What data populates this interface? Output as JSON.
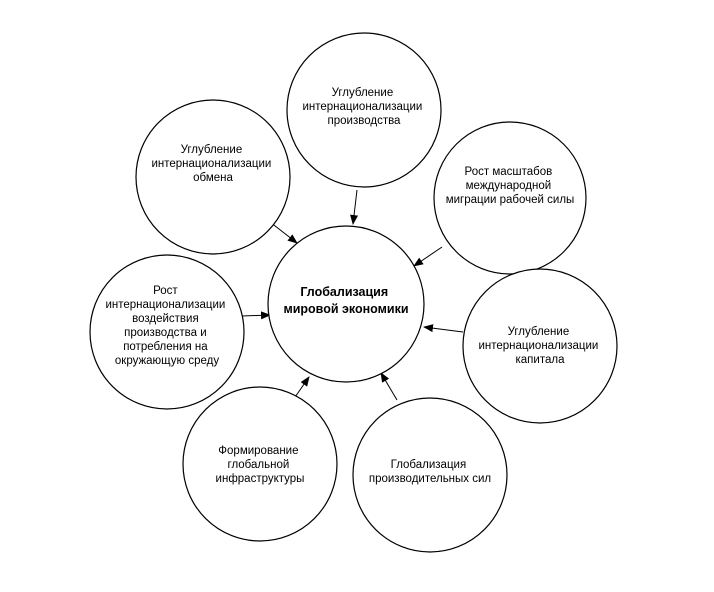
{
  "diagram": {
    "center": {
      "lines": [
        "Глобализация",
        "мировой экономики"
      ]
    },
    "nodes": [
      {
        "id": "production",
        "lines": [
          "Углубление",
          "интернационализации",
          "производства"
        ]
      },
      {
        "id": "migration",
        "lines": [
          "Рост масштабов",
          "международной",
          "миграции рабочей силы"
        ]
      },
      {
        "id": "capital",
        "lines": [
          "Углубление",
          "интернационализации",
          "капитала"
        ]
      },
      {
        "id": "productive-forces",
        "lines": [
          "Глобализация",
          "производительных сил"
        ]
      },
      {
        "id": "infrastructure",
        "lines": [
          "Формирование",
          "глобальной",
          "инфраструктуры"
        ]
      },
      {
        "id": "environment",
        "lines": [
          "Рост",
          "интернационализации",
          "воздействия",
          "производства и",
          "потребления на",
          "окружающую среду"
        ]
      },
      {
        "id": "exchange",
        "lines": [
          "Углубление",
          "интернационализации",
          "обмена"
        ]
      }
    ]
  }
}
